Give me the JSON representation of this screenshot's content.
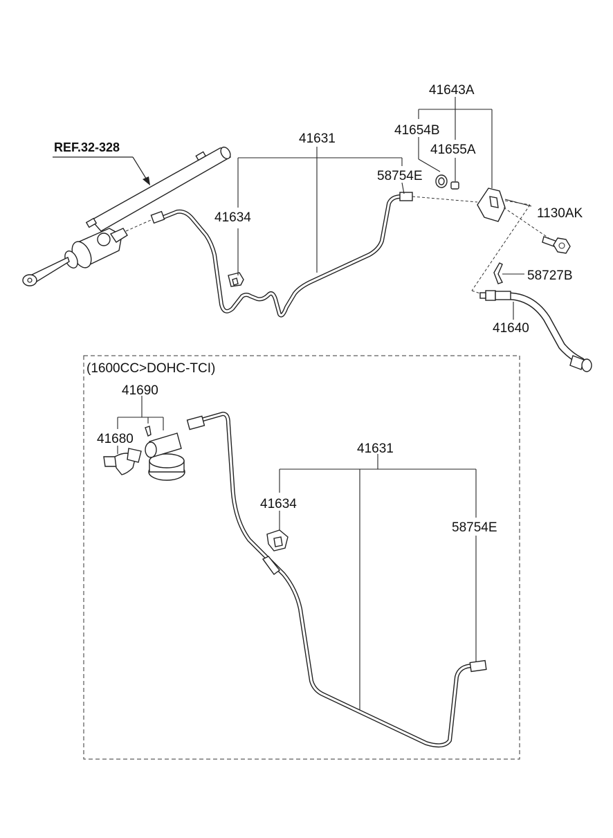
{
  "ref": {
    "text": "REF.32-328"
  },
  "section": {
    "caption": "(1600CC>DOHC-TCI)"
  },
  "labels": {
    "p41631_top": "41631",
    "p41634_top": "41634",
    "p58754E_top": "58754E",
    "p41643A": "41643A",
    "p41654B": "41654B",
    "p41655A": "41655A",
    "p1130AK": "1130AK",
    "p58727B": "58727B",
    "p41640": "41640",
    "p41690": "41690",
    "p41680": "41680",
    "p41631_bottom": "41631",
    "p41634_bottom": "41634",
    "p58754E_bottom": "58754E"
  },
  "colors": {
    "line": "#222222",
    "background": "#ffffff"
  }
}
